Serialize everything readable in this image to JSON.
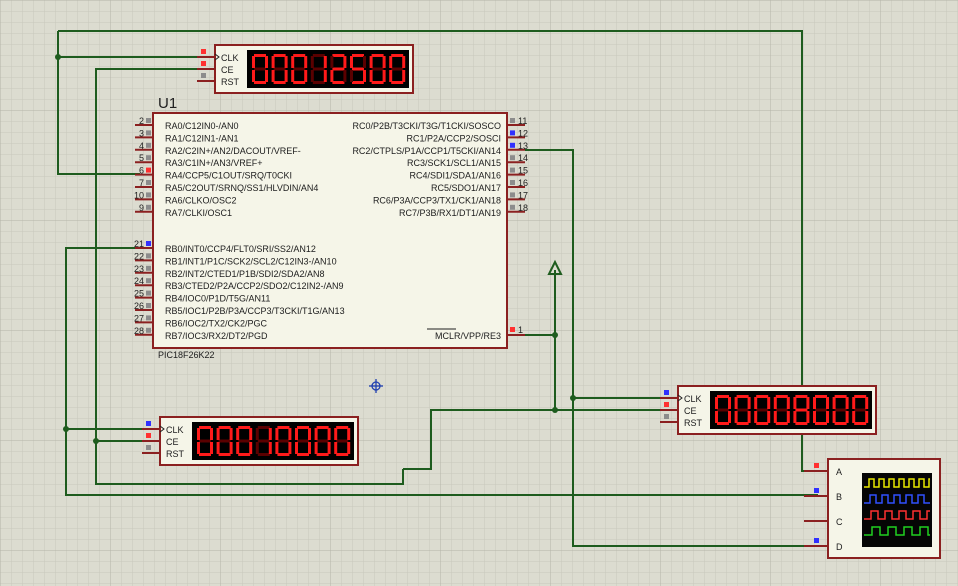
{
  "mcu": {
    "ref": "U1",
    "part": "PIC18F26K22",
    "left_pins": [
      {
        "num": "2",
        "label": "RA0/C12IN0-/AN0",
        "mark": "grey"
      },
      {
        "num": "3",
        "label": "RA1/C12IN1-/AN1",
        "mark": "grey"
      },
      {
        "num": "4",
        "label": "RA2/C2IN+/AN2/DACOUT/VREF-",
        "mark": "grey"
      },
      {
        "num": "5",
        "label": "RA3/C1IN+/AN3/VREF+",
        "mark": "grey"
      },
      {
        "num": "6",
        "label": "RA4/CCP5/C1OUT/SRQ/T0CKI",
        "mark": "red"
      },
      {
        "num": "7",
        "label": "RA5/C2OUT/SRNQ/SS1/HLVDIN/AN4",
        "mark": "grey"
      },
      {
        "num": "10",
        "label": "RA6/CLKO/OSC2",
        "mark": "grey"
      },
      {
        "num": "9",
        "label": "RA7/CLKI/OSC1",
        "mark": "grey"
      },
      {
        "num": "21",
        "label": "RB0/INT0/CCP4/FLT0/SRI/SS2/AN12",
        "mark": "blue"
      },
      {
        "num": "22",
        "label": "RB1/INT1/P1C/SCK2/SCL2/C12IN3-/AN10",
        "mark": "grey"
      },
      {
        "num": "23",
        "label": "RB2/INT2/CTED1/P1B/SDI2/SDA2/AN8",
        "mark": "grey"
      },
      {
        "num": "24",
        "label": "RB3/CTED2/P2A/CCP2/SDO2/C12IN2-/AN9",
        "mark": "grey"
      },
      {
        "num": "25",
        "label": "RB4/IOC0/P1D/T5G/AN11",
        "mark": "grey"
      },
      {
        "num": "26",
        "label": "RB5/IOC1/P2B/P3A/CCP3/T3CKI/T1G/AN13",
        "mark": "grey"
      },
      {
        "num": "27",
        "label": "RB6/IOC2/TX2/CK2/PGC",
        "mark": "grey"
      },
      {
        "num": "28",
        "label": "RB7/IOC3/RX2/DT2/PGD",
        "mark": "grey"
      }
    ],
    "right_pins": [
      {
        "num": "11",
        "label": "RC0/P2B/T3CKI/T3G/T1CKI/SOSCO",
        "mark": "grey"
      },
      {
        "num": "12",
        "label": "RC1/P2A/CCP2/SOSCI",
        "mark": "blue"
      },
      {
        "num": "13",
        "label": "RC2/CTPLS/P1A/CCP1/T5CKI/AN14",
        "mark": "blue"
      },
      {
        "num": "14",
        "label": "RC3/SCK1/SCL1/AN15",
        "mark": "grey"
      },
      {
        "num": "15",
        "label": "RC4/SDI1/SDA1/AN16",
        "mark": "grey"
      },
      {
        "num": "16",
        "label": "RC5/SDO1/AN17",
        "mark": "grey"
      },
      {
        "num": "17",
        "label": "RC6/P3A/CCP3/TX1/CK1/AN18",
        "mark": "grey"
      },
      {
        "num": "18",
        "label": "RC7/P3B/RX1/DT1/AN19",
        "mark": "grey"
      }
    ],
    "mclr": {
      "num": "1",
      "label": "MCLR/VPP/RE3",
      "mark": "red"
    }
  },
  "counters": [
    {
      "id": "counter-top",
      "display": "00012500",
      "pins": [
        "CLK",
        "CE",
        "RST"
      ],
      "marks": [
        "red",
        "red",
        "grey"
      ]
    },
    {
      "id": "counter-bottom-left",
      "display": "00010000",
      "pins": [
        "CLK",
        "CE",
        "RST"
      ],
      "marks": [
        "blue",
        "red",
        "grey"
      ]
    },
    {
      "id": "counter-right",
      "display": "00008000",
      "pins": [
        "CLK",
        "CE",
        "RST"
      ],
      "marks": [
        "blue",
        "red",
        "grey"
      ]
    }
  ],
  "oscilloscope": {
    "channels": [
      "A",
      "B",
      "C",
      "D"
    ],
    "marks": [
      "red",
      "blue",
      "none",
      "blue"
    ],
    "trace_colors": [
      "#e8e800",
      "#3050ff",
      "#ff3030",
      "#20d020"
    ]
  },
  "colors": {
    "wire": "#1e5c1e",
    "pin_red": "#ff3030",
    "pin_blue": "#3030ff",
    "pin_grey": "#8c8c8c",
    "body_outline": "#8b2020",
    "led_on": "#ff1a1a",
    "led_off": "#5a0000"
  }
}
